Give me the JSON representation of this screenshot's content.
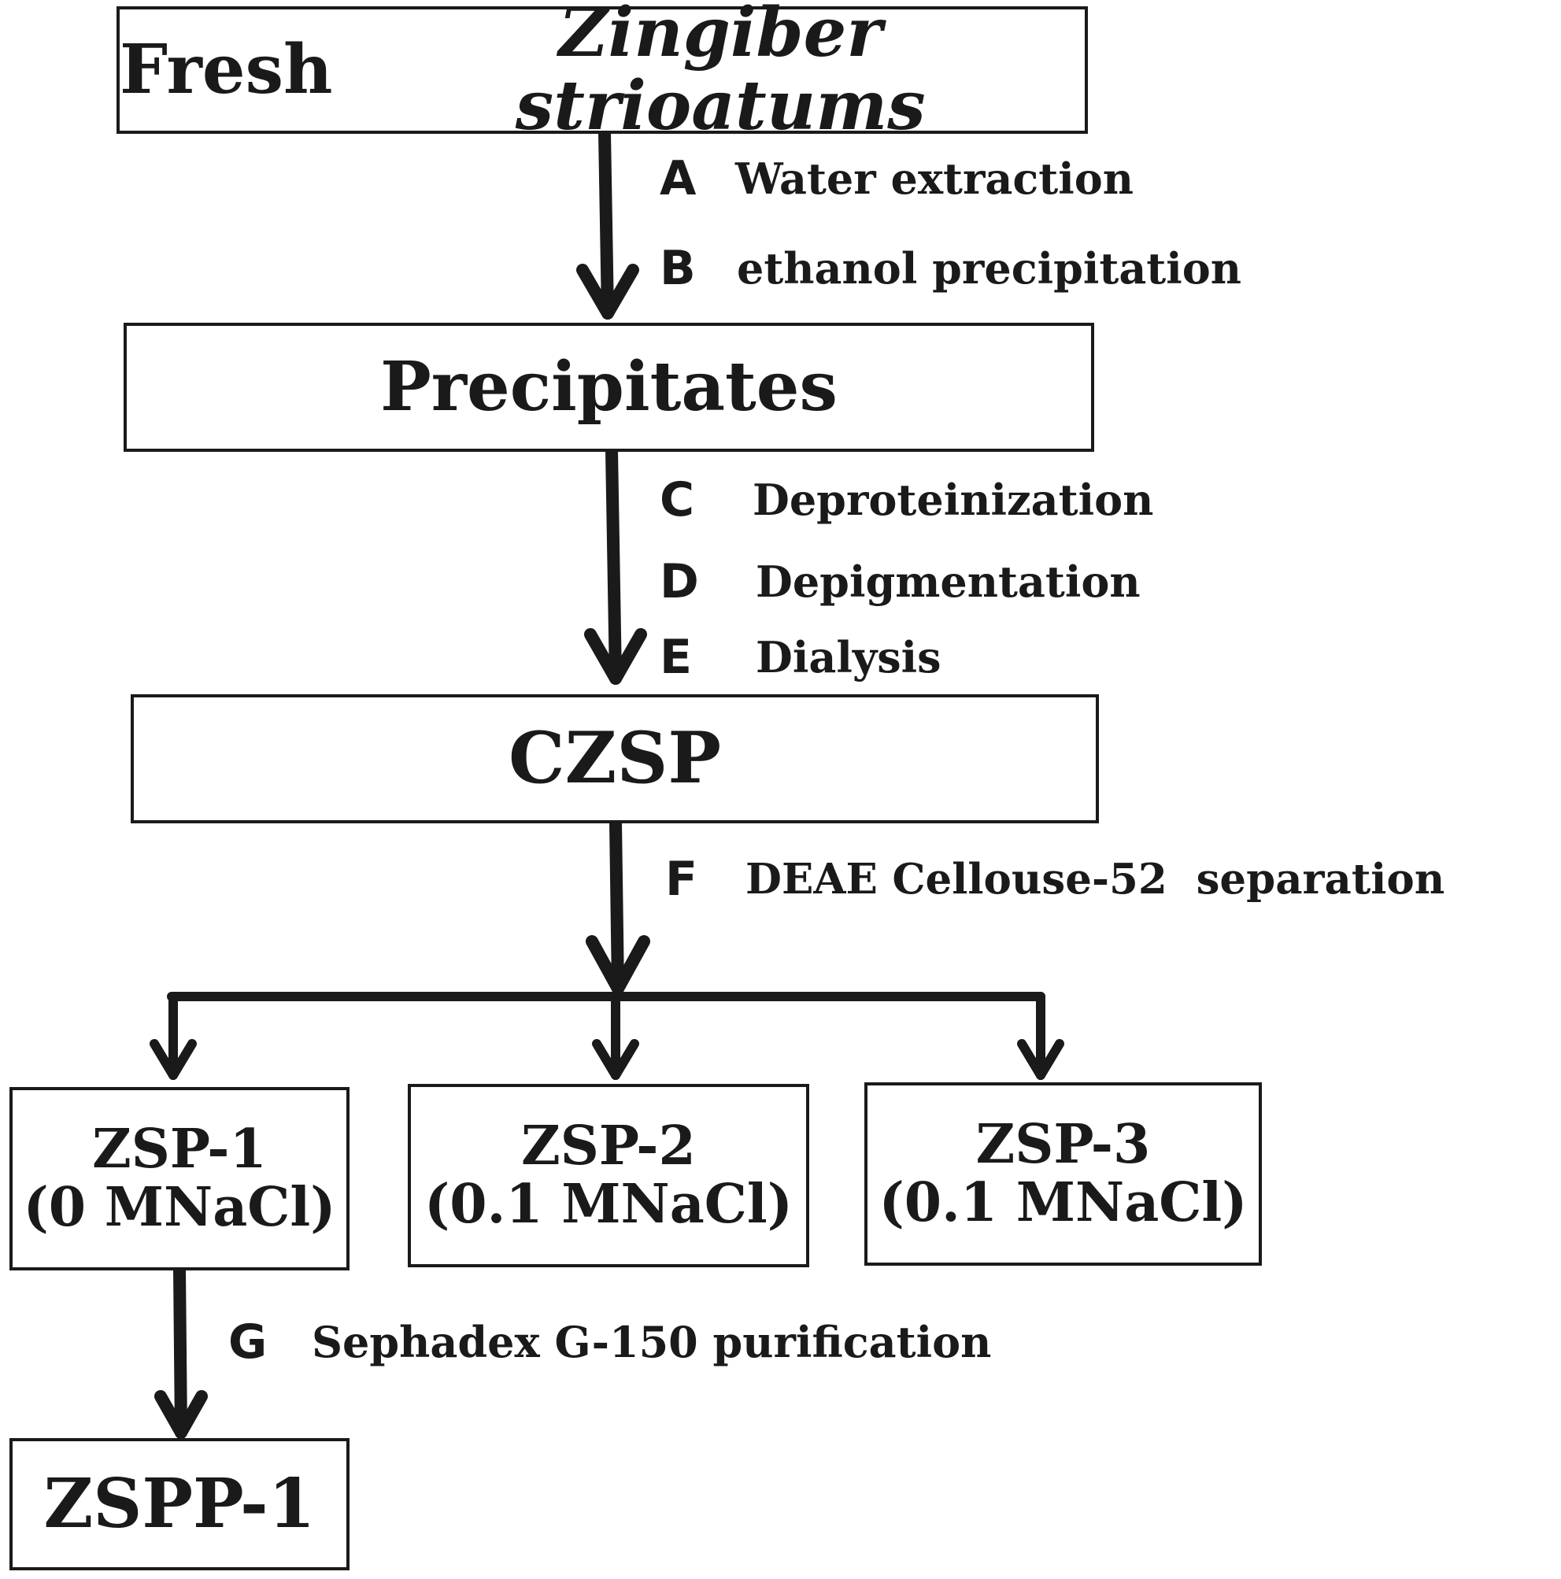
{
  "nodes": {
    "fresh": {
      "text": "Fresh ",
      "text_italic": "Zingiber strioatums"
    },
    "precipitates": {
      "text": "Precipitates"
    },
    "czsp": {
      "text": "CZSP"
    },
    "zsp1": {
      "name": "ZSP-1",
      "condition": "(0 MNaCl)"
    },
    "zsp2": {
      "name": "ZSP-2",
      "condition": "(0.1 MNaCl)"
    },
    "zsp3": {
      "name": "ZSP-3",
      "condition": "(0.1 MNaCl)"
    },
    "zspp1": {
      "text": "ZSPP-1"
    }
  },
  "steps": {
    "A": {
      "letter": "A",
      "label": "Water extraction"
    },
    "B": {
      "letter": "B",
      "label": "ethanol precipitation"
    },
    "C": {
      "letter": "C",
      "label": "Deproteinization"
    },
    "D": {
      "letter": "D",
      "label": "Depigmentation"
    },
    "E": {
      "letter": "E",
      "label": "Dialysis"
    },
    "F": {
      "letter": "F",
      "label": "DEAE Cellouse-52  separation"
    },
    "G": {
      "letter": "G",
      "label": "Sephadex G-150 purification"
    }
  },
  "colors": {
    "line": "#1a1a1a",
    "background": "#ffffff"
  }
}
